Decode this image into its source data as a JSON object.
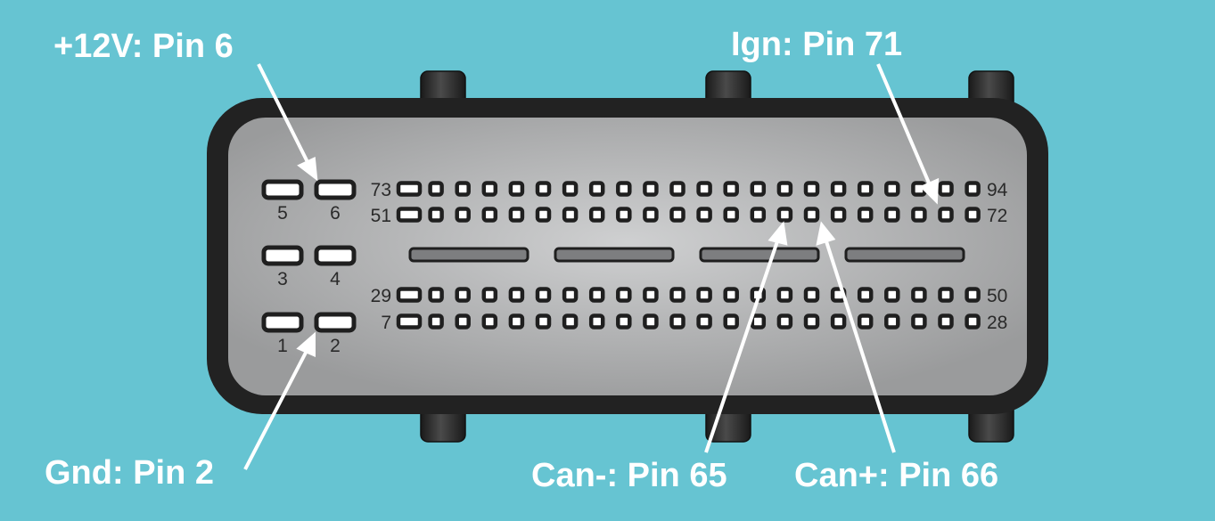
{
  "diagram": {
    "colors": {
      "background": "#66c4d2",
      "housing": "#222222",
      "face": "#b8b9ba",
      "pin_fill": "#ffffff",
      "pin_stroke": "#1f1f1f",
      "callout": "#ffffff"
    },
    "power_pins": [
      {
        "id": "5",
        "label": "5"
      },
      {
        "id": "6",
        "label": "6"
      },
      {
        "id": "3",
        "label": "3"
      },
      {
        "id": "4",
        "label": "4"
      },
      {
        "id": "1",
        "label": "1"
      },
      {
        "id": "2",
        "label": "2"
      }
    ],
    "signal_rows": [
      {
        "left_label": "73",
        "right_label": "94",
        "first_pin": 73,
        "count": 22
      },
      {
        "left_label": "51",
        "right_label": "72",
        "first_pin": 51,
        "count": 22
      },
      {
        "left_label": "29",
        "right_label": "50",
        "first_pin": 29,
        "count": 22
      },
      {
        "left_label": "7",
        "right_label": "28",
        "first_pin": 7,
        "count": 22
      }
    ],
    "callouts": {
      "v12": "+12V: Pin 6",
      "ign": "Ign: Pin 71",
      "gnd": "Gnd: Pin 2",
      "can_minus": "Can-: Pin 65",
      "can_plus": "Can+: Pin 66"
    }
  }
}
